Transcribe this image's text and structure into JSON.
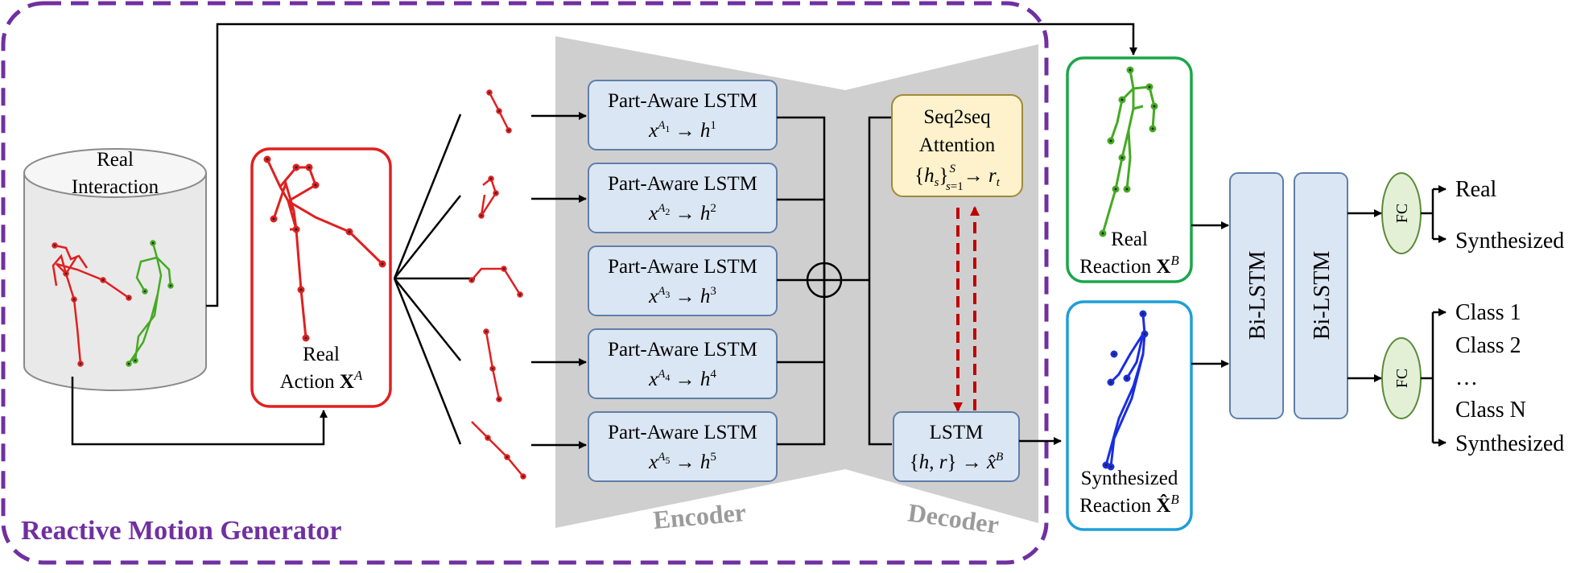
{
  "generator": {
    "title": "Reactive Motion Generator"
  },
  "database": {
    "label_line1": "Real",
    "label_line2": "Interaction"
  },
  "real_action": {
    "label_line1": "Real",
    "label_line2": "Action ",
    "symbol": "X",
    "superscript": "A"
  },
  "part_lstms": [
    {
      "title": "Part-Aware LSTM",
      "x_sub": "1",
      "h_sup": "1"
    },
    {
      "title": "Part-Aware LSTM",
      "x_sub": "2",
      "h_sup": "2"
    },
    {
      "title": "Part-Aware LSTM",
      "x_sub": "3",
      "h_sup": "3"
    },
    {
      "title": "Part-Aware LSTM",
      "x_sub": "4",
      "h_sup": "4"
    },
    {
      "title": "Part-Aware LSTM",
      "x_sub": "5",
      "h_sup": "5"
    }
  ],
  "attention": {
    "line1": "Seq2seq",
    "line2": "Attention"
  },
  "decoder_lstm": {
    "title": "LSTM"
  },
  "encoder_label": "Encoder",
  "decoder_label": "Decoder",
  "real_reaction": {
    "label_line1": "Real",
    "label_line2": "Reaction ",
    "symbol": "X",
    "superscript": "B"
  },
  "synth_reaction": {
    "label_line1": "Synthesized",
    "label_line2": "Reaction ",
    "symbol": "X̂",
    "superscript": "B"
  },
  "bilstm": [
    "Bi-LSTM",
    "Bi-LSTM"
  ],
  "fc": [
    "FC",
    "FC"
  ],
  "outputs_top": [
    "Real",
    "Synthesized"
  ],
  "outputs_bottom": [
    "Class 1",
    "Class 2",
    "…",
    "Class N",
    "Synthesized"
  ],
  "colors": {
    "purple": "#7030a0",
    "red": "#e02020",
    "green": "#1aa64a",
    "blue": "#1e9fd8",
    "box_fill": "#dbe6f4",
    "box_stroke": "#5f7fa8",
    "attention_fill": "#fdf2cc",
    "attention_stroke": "#a08a3a",
    "fc_fill": "#e3f0d6",
    "fc_stroke": "#5a8a3a",
    "encoder_gray": "#d0cfd0",
    "label_gray": "#9b9b9b"
  }
}
